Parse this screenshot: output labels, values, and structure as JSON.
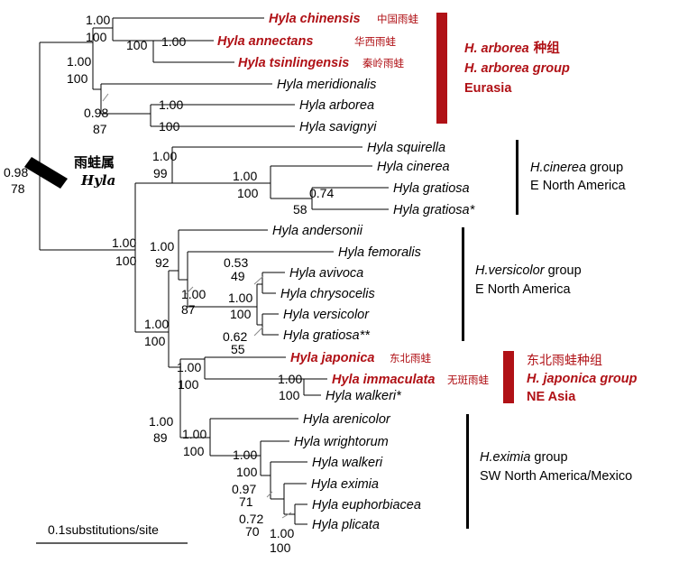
{
  "taxa": {
    "chinensis": {
      "name": "Hyla chinensis",
      "cn": "中国雨蛙"
    },
    "annectans": {
      "name": "Hyla annectans",
      "cn": "华西雨蛙"
    },
    "tsinlingensis": {
      "name": "Hyla tsinlingensis",
      "cn": "秦岭雨蛙"
    },
    "meridionalis": {
      "name": "Hyla meridionalis"
    },
    "arborea": {
      "name": "Hyla arborea"
    },
    "savignyi": {
      "name": "Hyla savignyi"
    },
    "squirella": {
      "name": "Hyla squirella"
    },
    "cinerea": {
      "name": "Hyla cinerea"
    },
    "gratiosa1": {
      "name": "Hyla gratiosa"
    },
    "gratiosa2": {
      "name": "Hyla gratiosa*"
    },
    "andersonii": {
      "name": "Hyla andersonii"
    },
    "femoralis": {
      "name": "Hyla femoralis"
    },
    "avivoca": {
      "name": "Hyla avivoca"
    },
    "chrysocelis": {
      "name": "Hyla chrysocelis"
    },
    "versicolor": {
      "name": "Hyla versicolor"
    },
    "gratiosa3": {
      "name": "Hyla gratiosa**"
    },
    "japonica": {
      "name": "Hyla japonica",
      "cn": "东北雨蛙"
    },
    "immaculata": {
      "name": "Hyla immaculata",
      "cn": "无斑雨蛙"
    },
    "walkeri1": {
      "name": "Hyla walkeri*"
    },
    "arenicolor": {
      "name": "Hyla arenicolor"
    },
    "wrightorum": {
      "name": "Hyla wrightorum"
    },
    "walkeri2": {
      "name": "Hyla walkeri"
    },
    "eximia": {
      "name": "Hyla eximia"
    },
    "euphorbiacea": {
      "name": "Hyla euphorbiacea"
    },
    "plicata": {
      "name": "Hyla plicata"
    }
  },
  "support": {
    "root": {
      "top": "0.98",
      "bottom": "78"
    },
    "eurasia": {
      "top": "1.00",
      "bottom": "100"
    },
    "chinensis_grp": {
      "top": "1.00",
      "bottom": "100"
    },
    "annectans_tsin": {
      "top": "1.00",
      "bottom": "100"
    },
    "arborea_grp": {
      "top": "0.98",
      "bottom": "87"
    },
    "arborea_sav": {
      "top": "1.00",
      "bottom": "100"
    },
    "americas": {
      "top": "1.00",
      "bottom": "100"
    },
    "cinerea_grp": {
      "top": "1.00",
      "bottom": "99"
    },
    "cinerea_grat": {
      "top": "1.00",
      "bottom": "100"
    },
    "grat_pair": {
      "top": "0.74",
      "bottom": "58"
    },
    "versicolor_grp": {
      "top": "1.00",
      "bottom": "92"
    },
    "ver_inner": {
      "top": "1.00",
      "bottom": "87"
    },
    "avivoca_chrys": {
      "top": "0.53",
      "bottom": "49"
    },
    "versicolor_sub": {
      "top": "1.00",
      "bottom": "100"
    },
    "ver_grat": {
      "top": "0.62",
      "bottom": "55"
    },
    "big_clade": {
      "top": "1.00",
      "bottom": "100"
    },
    "japonica_grp": {
      "top": "1.00",
      "bottom": "100"
    },
    "immac_walk": {
      "top": "1.00",
      "bottom": "100"
    },
    "eximia_japonica": {
      "top": "1.00",
      "bottom": "89"
    },
    "eximia_grp": {
      "top": "1.00",
      "bottom": "100"
    },
    "walkeri_grp": {
      "top": "1.00",
      "bottom": "100"
    },
    "eximia_euph": {
      "top": "0.97",
      "bottom": "71"
    },
    "euph_plicata": {
      "top": "0.72",
      "bottom": "70"
    },
    "plicata_inner": {
      "top": "1.00",
      "bottom": "100"
    }
  },
  "genus": {
    "cn": "雨蛙属",
    "latin": "Hyla"
  },
  "groups": {
    "arborea": {
      "line1_it": "H. arborea",
      "line1_cn": " 种组",
      "line2": "H. arborea group",
      "line3": "Eurasia"
    },
    "cinerea": {
      "line1_it": "H.cinerea",
      "line1_rest": " group",
      "line2": "E North America"
    },
    "versicolor": {
      "line1_it": "H.versicolor",
      "line1_rest": " group",
      "line2": "E North America"
    },
    "japonica": {
      "line1": "东北雨蛙种组",
      "line2": "H. japonica group",
      "line3": "NE Asia"
    },
    "eximia": {
      "line1_it": "H.eximia",
      "line1_rest": " group",
      "line2": "SW North America/Mexico"
    }
  },
  "scale": {
    "label": "0.1substitutions/site"
  },
  "colors": {
    "accent_red": "#b01116",
    "branch": "#000000"
  }
}
